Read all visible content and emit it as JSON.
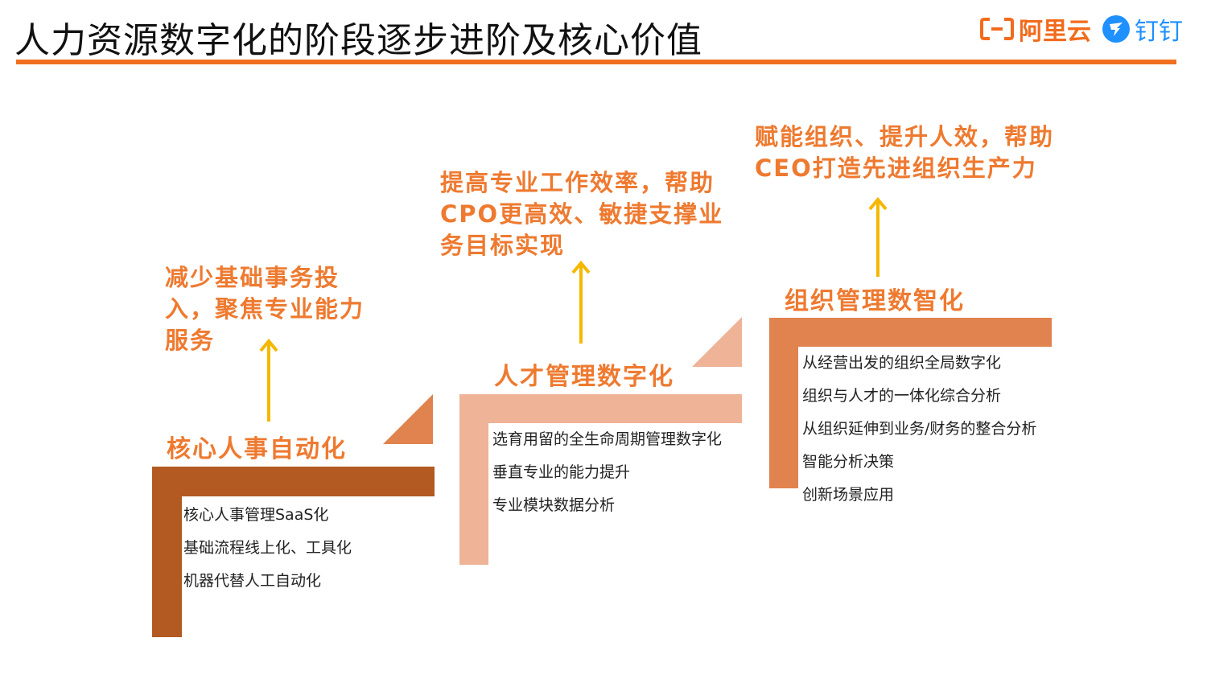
{
  "header": {
    "title": "人力资源数字化的阶段逐步进阶及核心价值",
    "logo_aliyun": "阿里云",
    "logo_dingtalk": "钉钉"
  },
  "colors": {
    "accent": "#f07020",
    "stage1_bar": "#b35a22",
    "stage2_bar": "#efb398",
    "stage3_bar": "#e0834e",
    "arrow": "#f5b800",
    "goal_text": "#ee7a30"
  },
  "stages": [
    {
      "goal": "减少基础事务投入，聚焦专业能力服务",
      "name": "核心人事自动化",
      "items": [
        "核心人事管理SaaS化",
        "基础流程线上化、工具化",
        "机器代替人工自动化"
      ]
    },
    {
      "goal": "提高专业工作效率，帮助CPO更高效、敏捷支撑业务目标实现",
      "name": "人才管理数字化",
      "items": [
        "选育用留的全生命周期管理数字化",
        "垂直专业的能力提升",
        "专业模块数据分析"
      ]
    },
    {
      "goal": "赋能组织、提升人效，帮助CEO打造先进组织生产力",
      "name": "组织管理数智化",
      "items": [
        "从经营出发的组织全局数字化",
        "组织与人才的一体化综合分析",
        "从组织延伸到业务/财务的整合分析",
        "智能分析决策",
        "创新场景应用"
      ]
    }
  ]
}
